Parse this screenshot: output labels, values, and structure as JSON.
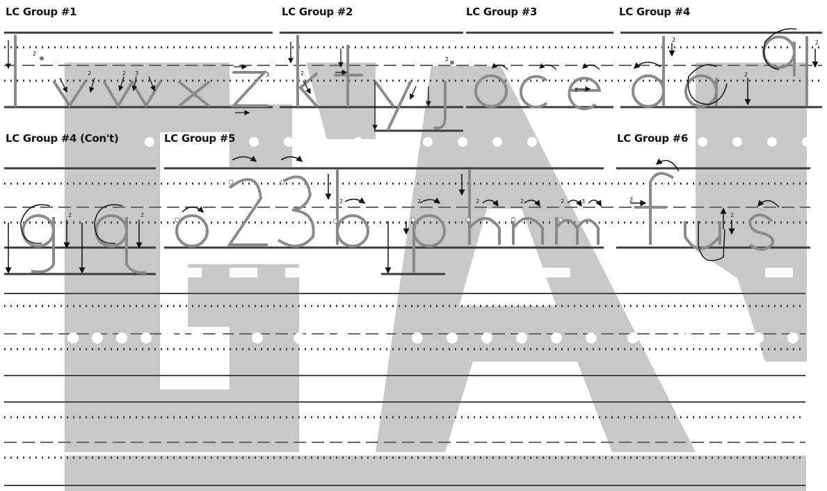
{
  "sheet": {
    "background_letter_watermark": "GA",
    "colors": {
      "guide_solid": "#3a3a3a",
      "guide_dotted": "#444444",
      "guide_dashed": "#555555",
      "letter_gray": "#8a8a8a",
      "watermark_gray": "#c8c8c8",
      "arrow_black": "#111111"
    }
  },
  "groups": [
    {
      "label": "LC Group #1",
      "letters": [
        "l",
        "v",
        "w",
        "x",
        "z"
      ]
    },
    {
      "label": "LC Group #2",
      "letters": [
        "k",
        "t",
        "y",
        "j"
      ]
    },
    {
      "label": "LC Group #3",
      "letters": [
        "o",
        "c",
        "e"
      ]
    },
    {
      "label": "LC Group #4",
      "letters": [
        "d",
        "a",
        "g"
      ]
    },
    {
      "label": "LC Group #4 (Con't)",
      "letters": [
        "g",
        "q"
      ]
    },
    {
      "label": "LC Group #5",
      "letters": [
        "o",
        "2",
        "3",
        "b",
        "p",
        "h",
        "n",
        "m"
      ]
    },
    {
      "label": "LC Group #6",
      "letters": [
        "f",
        "u",
        "s"
      ]
    }
  ]
}
